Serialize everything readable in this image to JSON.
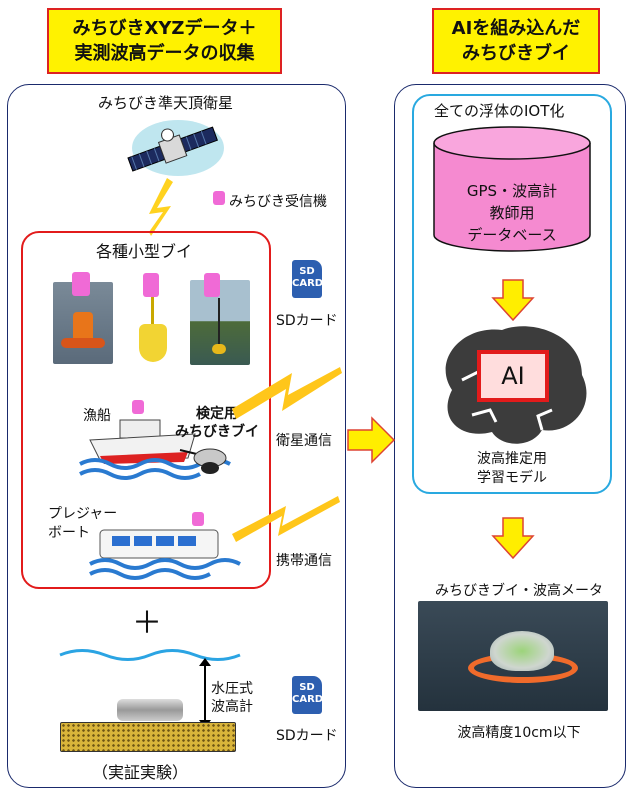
{
  "left_title": {
    "line1": "みちびきXYZデータ＋",
    "line2": "実測波高データの収集"
  },
  "right_title": {
    "line1": "AIを組み込んだ",
    "line2": "みちびきブイ"
  },
  "satellite_label": "みちびき準天頂衛星",
  "receiver_label": "みちびき受信機",
  "buoy_group_label": "各種小型ブイ",
  "sd_card_icon_text": "SD CARD",
  "sd_label_top": "SDカード",
  "fishing_boat_label": "漁船",
  "inspection_buoy_label": {
    "line1": "検定用",
    "line2": "みちびきブイ"
  },
  "satellite_comm_label": "衛星通信",
  "pleasure_boat_label": {
    "line1": "プレジャー",
    "line2": "ボート"
  },
  "mobile_comm_label": "携帯通信",
  "plus_sign": "＋",
  "pressure_gauge_label": {
    "line1": "水圧式",
    "line2": "波高計"
  },
  "sd_label_bottom": "SDカード",
  "experiment_label": "（実証実験）",
  "iot_label": "全ての浮体のIOT化",
  "database_label": {
    "line1": "GPS・波高計",
    "line2": "教師用",
    "line3": "データベース"
  },
  "ai_label": "AI",
  "model_label": {
    "line1": "波高推定用",
    "line2": "学習モデル"
  },
  "buoy_meter_label": "みちびきブイ・波高メータ",
  "accuracy_label": "波高精度10cm以下",
  "colors": {
    "title_fill": "#fff200",
    "title_border": "#dd2222",
    "frame_red": "#e21b1b",
    "cyan_frame": "#29a9e0",
    "arrow_yellow": "#ffee00",
    "database_pink": "#f58ad0",
    "receiver_pink": "#f06ad6"
  }
}
